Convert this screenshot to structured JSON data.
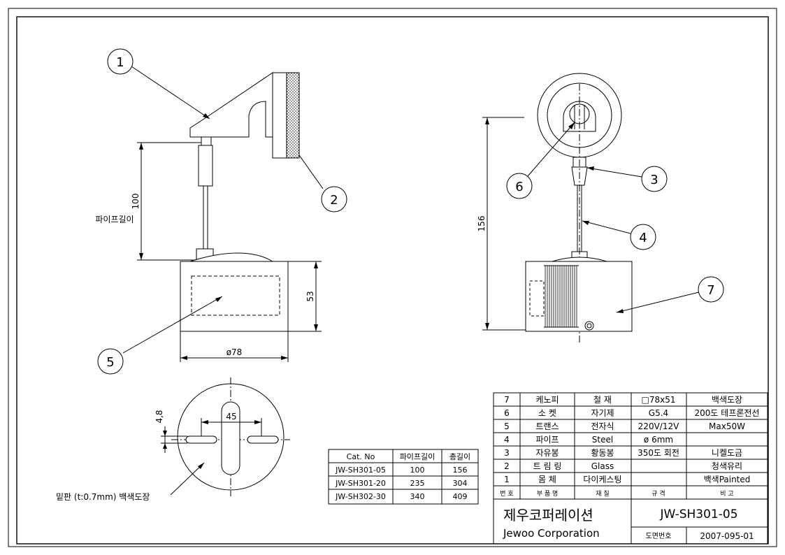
{
  "labels": {
    "c1": "1",
    "c2": "2",
    "c3": "3",
    "c4": "4",
    "c5": "5",
    "c6": "6",
    "c7": "7"
  },
  "dims": {
    "d100": "100",
    "pipe_length": "파이프길이",
    "d53": "53",
    "d78": "ø78",
    "d156": "156",
    "d45": "45",
    "d48": "4,8",
    "bottom_note": "밑판 (t:0.7mm) 백색도장"
  },
  "cat_table": {
    "headers": [
      "Cat. No",
      "파이프길이",
      "총길이"
    ],
    "rows": [
      [
        "JW-SH301-05",
        "100",
        "156"
      ],
      [
        "JW-SH301-20",
        "235",
        "304"
      ],
      [
        "JW-SH302-30",
        "340",
        "409"
      ]
    ]
  },
  "parts_table": {
    "rows": [
      [
        "7",
        "케노피",
        "철 재",
        "□78x51",
        "백색도장"
      ],
      [
        "6",
        "소 켓",
        "자기제",
        "G5.4",
        "200도 테프론전선"
      ],
      [
        "5",
        "트랜스",
        "전자식",
        "220V/12V",
        "Max50W"
      ],
      [
        "4",
        "파이프",
        "Steel",
        "ø 6mm",
        ""
      ],
      [
        "3",
        "자유봉",
        "황동봉",
        "350도 회전",
        "니켈도금"
      ],
      [
        "2",
        "트 림 링",
        "Glass",
        "",
        "청색유리"
      ],
      [
        "1",
        "몸 체",
        "다이케스팅",
        "",
        "백색Painted"
      ]
    ],
    "header": [
      "번 호",
      "부 품 명",
      "재 질",
      "규 격",
      "비 고"
    ]
  },
  "title_block": {
    "company_kr": "제우코퍼레이션",
    "company_en": "Jewoo Corporation",
    "model": "JW-SH301-05",
    "drawing_no_label": "도면번호",
    "drawing_no": "2007-095-01"
  }
}
